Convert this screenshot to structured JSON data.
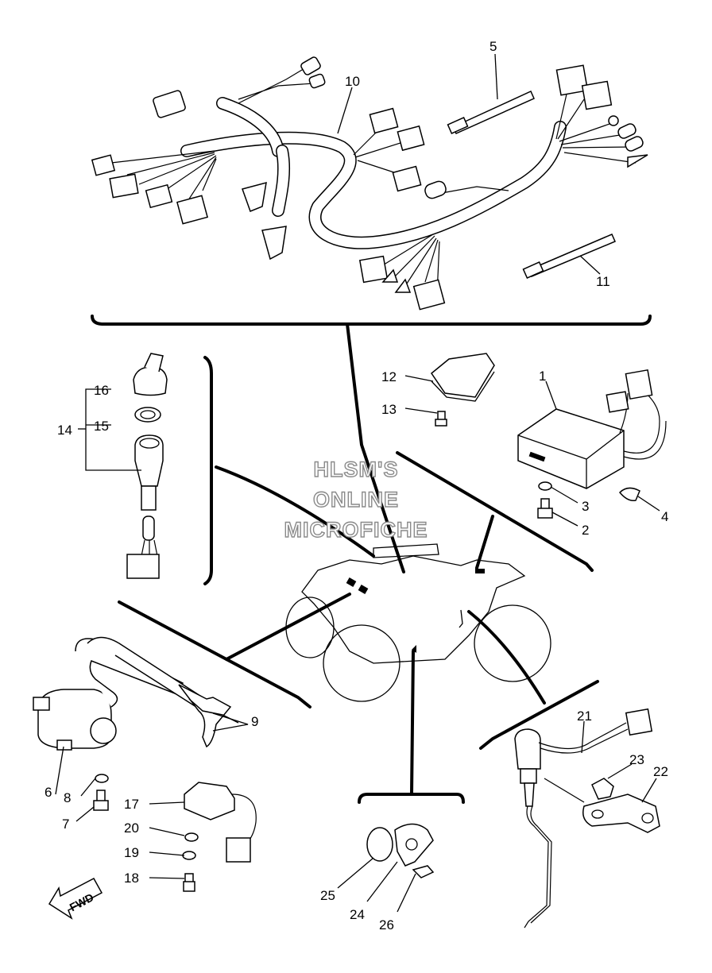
{
  "watermark": [
    "HLSM'S",
    "ONLINE",
    "MICROFICHE"
  ],
  "direction_arrow": "FWD",
  "callouts": {
    "p1": "1",
    "p2": "2",
    "p3": "3",
    "p4": "4",
    "p5": "5",
    "p6": "6",
    "p7": "7",
    "p8": "8",
    "p9": "9",
    "p10": "10",
    "p11": "11",
    "p12": "12",
    "p13": "13",
    "p14": "14",
    "p15": "15",
    "p16": "16",
    "p17": "17",
    "p18": "18",
    "p19": "19",
    "p20": "20",
    "p21": "21",
    "p22": "22",
    "p23": "23",
    "p24": "24",
    "p25": "25",
    "p26": "26"
  }
}
